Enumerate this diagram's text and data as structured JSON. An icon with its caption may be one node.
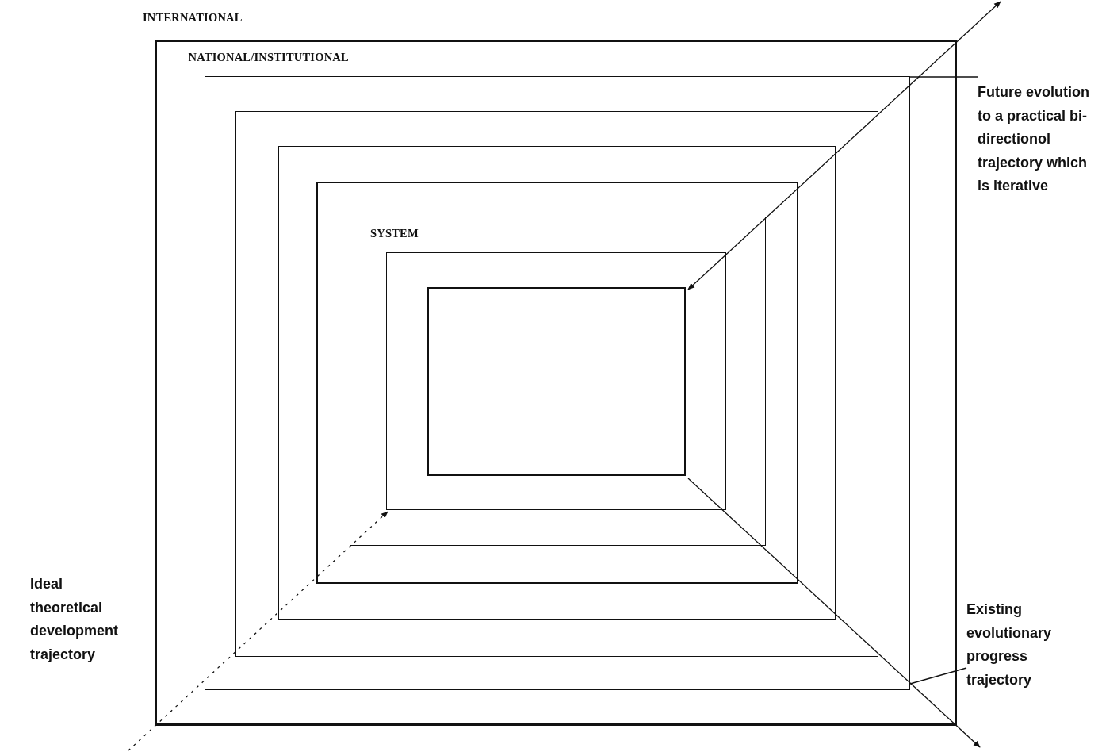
{
  "diagram": {
    "nodes": [
      {
        "text": [
          "INTERNATIONAL"
        ]
      },
      {
        "text": [
          "NATIONAL/INSTITUTIONAL"
        ],
        "in": 0
      },
      {
        "text": [],
        "shape": "box",
        "in": 1
      },
      {
        "text": [],
        "shape": "box",
        "in": 2
      },
      {
        "text": [],
        "shape": "box",
        "in": 3
      },
      {
        "text": [],
        "shape": "box",
        "in": 4
      },
      {
        "text": [
          "SYSTEM"
        ],
        "in": 5
      },
      {
        "text": [],
        "shape": "box",
        "in": 6
      },
      {
        "text": [
          "Future evolution to a practical bi-directionol trajectory which is iterative"
        ]
      },
      {
        "text": [
          "Existing evolutionary progress trajectory"
        ]
      },
      {
        "text": [
          "Ideal theoretical development trajectory"
        ]
      }
    ],
    "edges": [
      {
        "from": 7,
        "to": null,
        "arrow": "both"
      },
      {
        "from": 7,
        "to": null,
        "arrow": "to"
      },
      {
        "from": null,
        "to": 6,
        "arrow": "to",
        "style": "dashed"
      },
      {
        "from": 8,
        "to": 1,
        "arrow": "none"
      },
      {
        "from": 9,
        "to": 1,
        "arrow": "none"
      }
    ]
  }
}
